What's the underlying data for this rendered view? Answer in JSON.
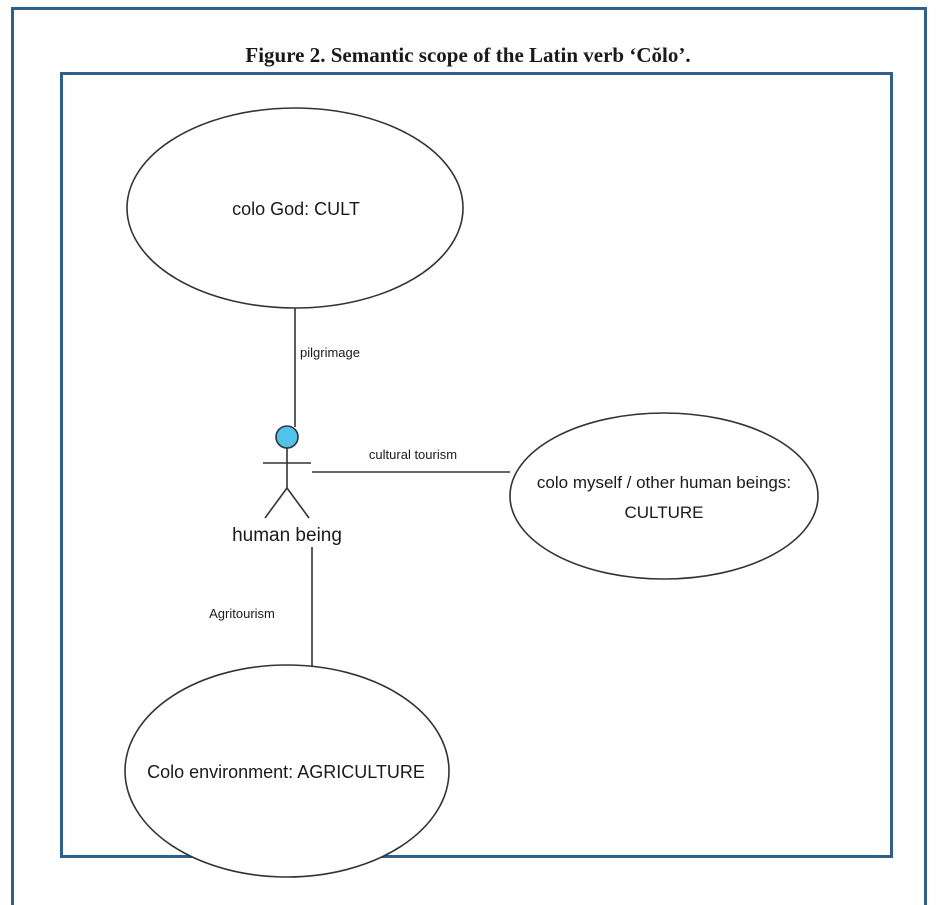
{
  "figure": {
    "caption": "Figure 2. Semantic scope of the Latin verb ‘Cŏlo’."
  },
  "diagram": {
    "nodes": {
      "cult": {
        "label": "colo God: CULT"
      },
      "culture": {
        "line1": "colo myself / other human beings:",
        "line2": "CULTURE"
      },
      "agriculture": {
        "label": "Colo environment: AGRICULTURE"
      },
      "actor": {
        "label": "human being"
      }
    },
    "edges": {
      "pilgrimage": "pilgrimage",
      "cultural_tourism": "cultural tourism",
      "agritourism": "Agritourism"
    },
    "colors": {
      "frame": "#2f5f8a",
      "actor_head": "#4fc3ea",
      "stroke": "#333333"
    }
  }
}
